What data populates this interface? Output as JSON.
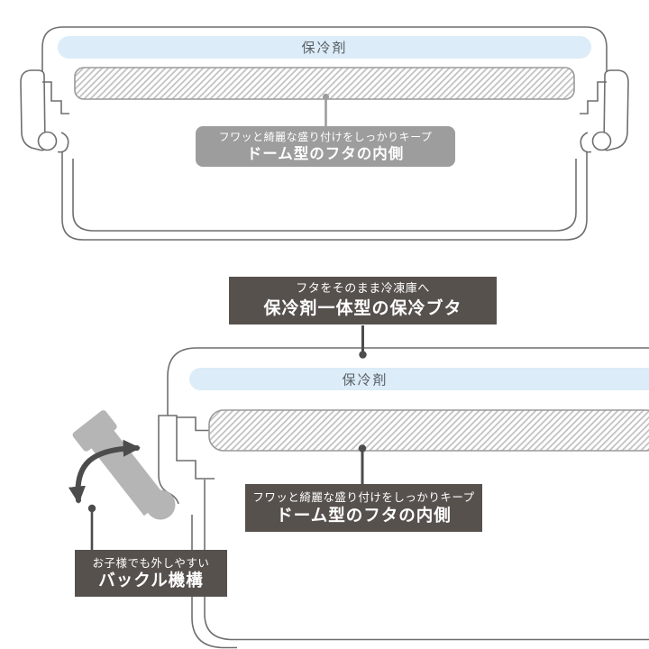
{
  "colors": {
    "ice_pack_blue": "#dcecf8",
    "callout_gray": "#9d9d9d",
    "callout_dark": "#57514e",
    "outline_gray": "#6f6f6f",
    "buckle_gray": "#b5b5b5",
    "hatch_stripe": "#c3c3c3",
    "callout_text": "#ffffff"
  },
  "top_diagram": {
    "ice_pack_label": "保冷剤",
    "dome_callout": {
      "line1": "フワッと綺麗な盛り付けをしっかりキープ",
      "line2": "ドーム型のフタの内側"
    }
  },
  "bottom_diagram": {
    "freezer_callout": {
      "line1": "フタをそのまま冷凍庫へ",
      "line2": "保冷剤一体型の保冷ブタ"
    },
    "ice_pack_label": "保冷剤",
    "dome_callout": {
      "line1": "フワッと綺麗な盛り付けをしっかりキープ",
      "line2": "ドーム型のフタの内側"
    },
    "buckle_callout": {
      "line1": "お子様でも外しやすい",
      "line2": "バックル機構"
    }
  }
}
